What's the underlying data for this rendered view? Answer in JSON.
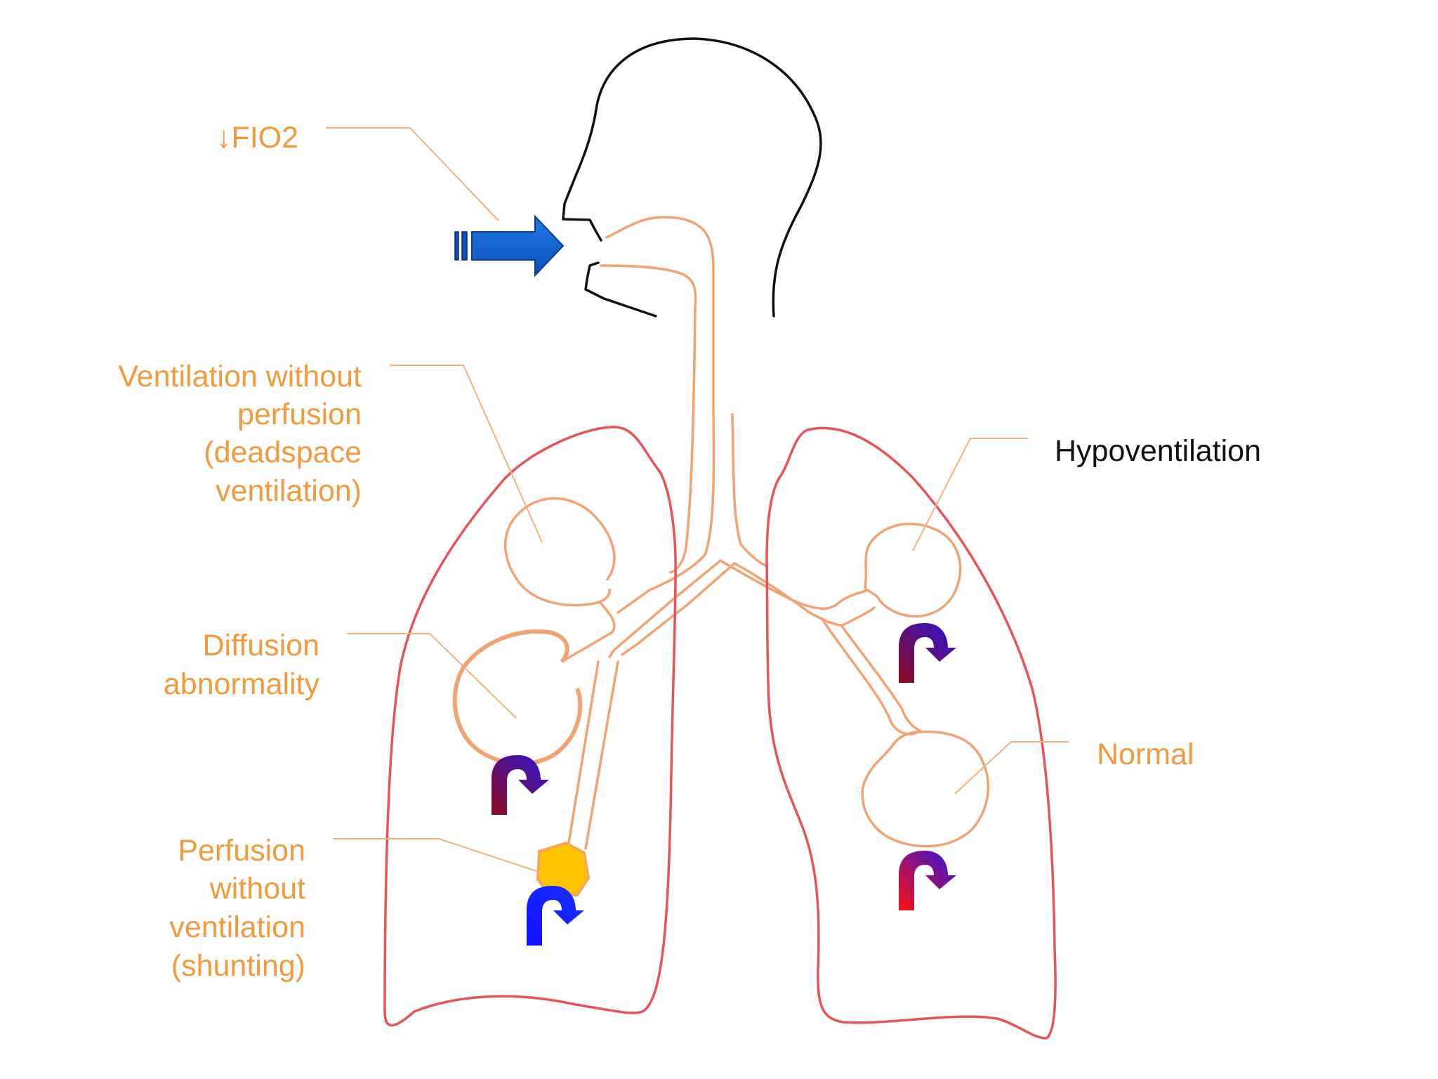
{
  "colors": {
    "label_orange": "#F19A3E",
    "label_black": "#111111",
    "leader_line": "#F2B27A",
    "airway": "#F2A373",
    "lung_outline": "#E8535A",
    "head_outline": "#111111",
    "arrow_blue": "#1565D8",
    "shunt_blob": "#FFC400",
    "blood_oxygenated": "#FF1A1A",
    "blood_deoxygenated": "#1A10FF",
    "blood_dark": "#7A0F2E"
  },
  "labels": {
    "fio2": "↓FIO2",
    "deadspace": [
      "Ventilation without",
      "perfusion",
      "(deadspace",
      "ventilation)"
    ],
    "diffusion": [
      "Diffusion",
      "abnormality"
    ],
    "shunt": [
      "Perfusion",
      "without",
      "ventilation",
      "(shunting)"
    ],
    "hypoventilation": "Hypoventilation",
    "normal": "Normal"
  },
  "icons": {
    "inhaled_air": "right-arrow-icon",
    "blood_flow": "curved-arrow-icon"
  }
}
